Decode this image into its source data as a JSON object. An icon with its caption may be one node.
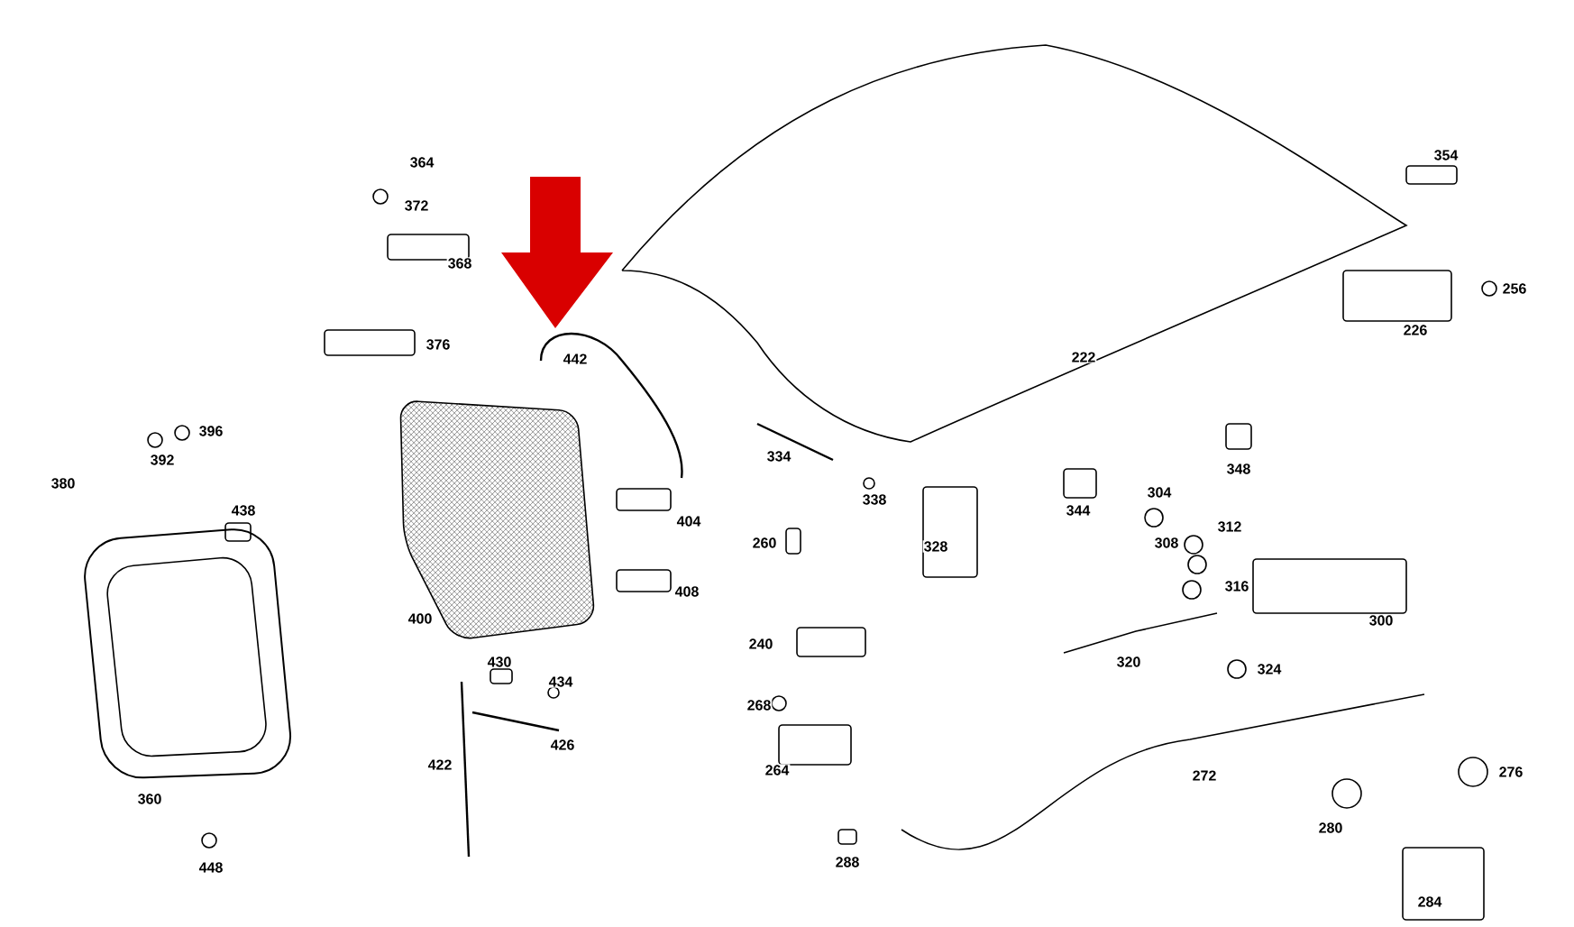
{
  "diagram": {
    "labels": [
      "364",
      "372",
      "354",
      "368",
      "256",
      "226",
      "376",
      "442",
      "222",
      "396",
      "380",
      "392",
      "334",
      "348",
      "338",
      "304",
      "438",
      "344",
      "312",
      "308",
      "328",
      "260",
      "404",
      "316",
      "408",
      "300",
      "400",
      "240",
      "320",
      "430",
      "324",
      "434",
      "268",
      "426",
      "422",
      "272",
      "264",
      "276",
      "360",
      "280",
      "448",
      "288",
      "284"
    ]
  }
}
